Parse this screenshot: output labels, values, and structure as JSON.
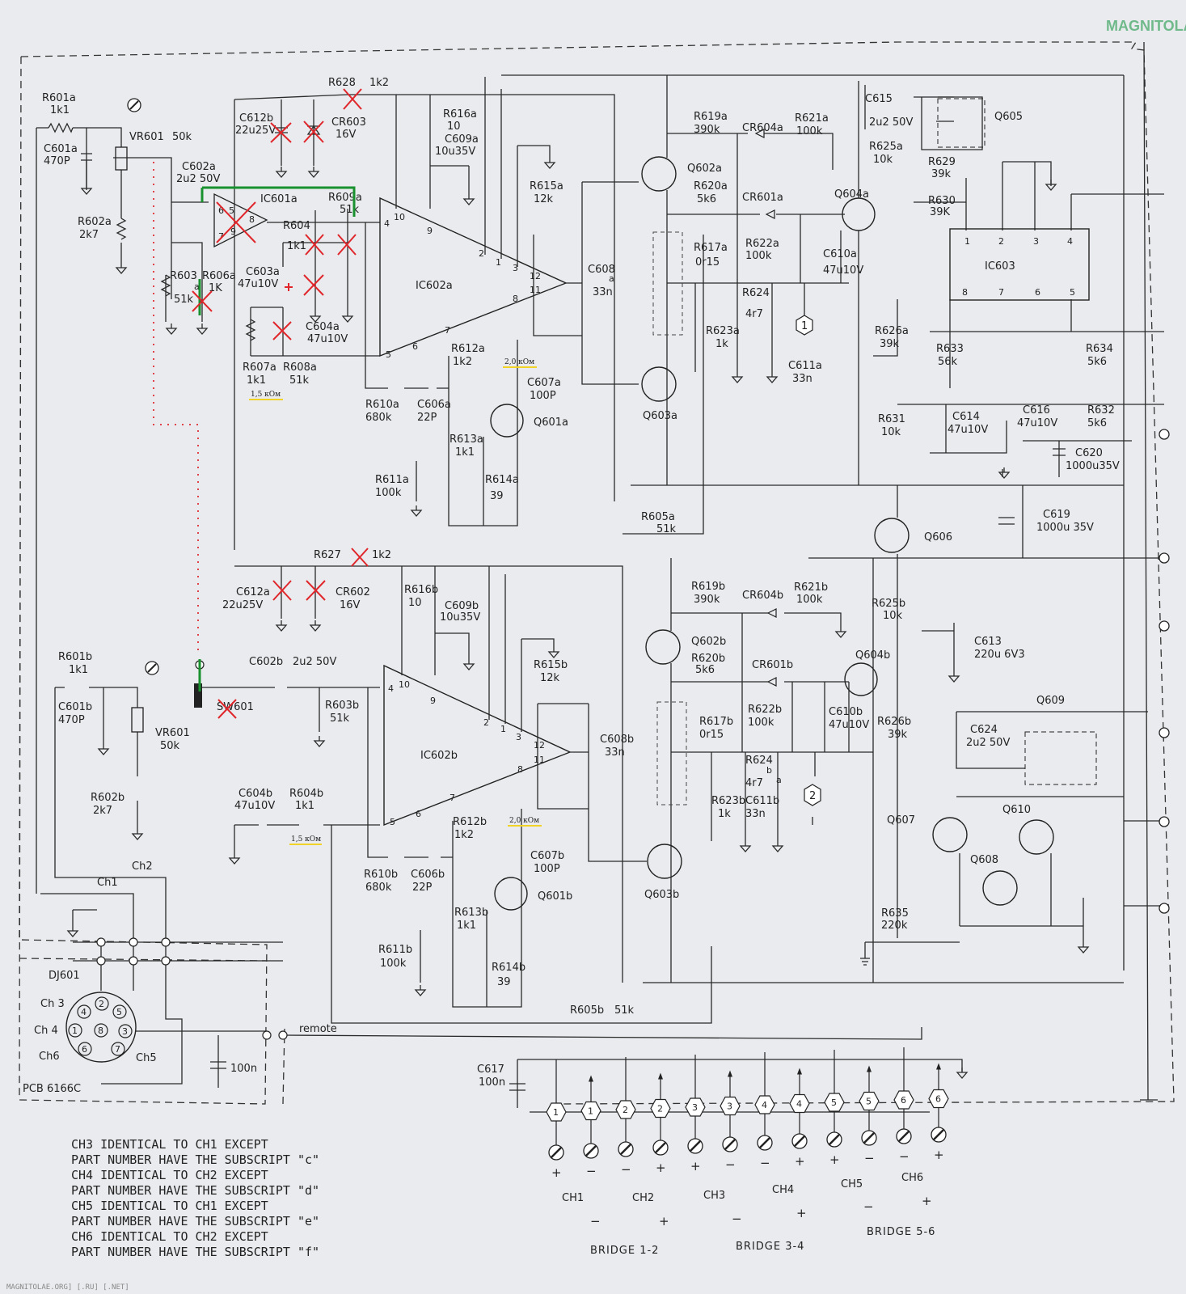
{
  "watermark": {
    "logo": "MAGNITOLA",
    "footer": "MAGNITOLAE.ORG] [.RU] [.NET]"
  },
  "board": {
    "pcb": "PCB 6166C"
  },
  "channel_a": {
    "r601": [
      "R601a",
      "1k1"
    ],
    "c601": [
      "C601a",
      "470P"
    ],
    "vr601": [
      "VR601",
      "50k"
    ],
    "c602": [
      "C602a",
      "2u2 50V"
    ],
    "r602": [
      "R602a",
      "2k7"
    ],
    "r603": [
      "R603",
      "51k"
    ],
    "r606": [
      "R606a",
      "1K"
    ],
    "c612": [
      "C612b",
      "22u25V"
    ],
    "cr603": [
      "CR603",
      "16V"
    ],
    "r628": [
      "R628",
      "1k2"
    ],
    "ic601": "IC601a",
    "r609": [
      "R609a",
      "51k"
    ],
    "r604": [
      "R604",
      "1k1"
    ],
    "c603": [
      "C603a",
      "47u10V"
    ],
    "c604": [
      "C604a",
      "47u10V"
    ],
    "r607": [
      "R607a",
      "1k1"
    ],
    "r608": [
      "R608a",
      "51k"
    ],
    "r616": [
      "R616a",
      "10"
    ],
    "c609": [
      "C609a",
      "10u35V"
    ],
    "ic602": "IC602a",
    "r615": [
      "R615a",
      "12k"
    ],
    "c608": [
      "C608",
      "33n"
    ],
    "r612": [
      "R612a",
      "1k2"
    ],
    "c607": [
      "C607a",
      "100P"
    ],
    "r610": [
      "R610a",
      "680k"
    ],
    "c606": [
      "C606a",
      "22P"
    ],
    "q601": "Q601a",
    "r613": [
      "R613a",
      "1k1"
    ],
    "r611": [
      "R611a",
      "100k"
    ],
    "r614": [
      "R614a",
      "39"
    ],
    "q602": "Q602a",
    "q603": "Q603a",
    "r619": [
      "R619a",
      "390k"
    ],
    "cr604": "CR604a",
    "r621": [
      "R621a",
      "100k"
    ],
    "r620": [
      "R620a",
      "5k6"
    ],
    "cr601": "CR601a",
    "q604": "Q604a",
    "r617": [
      "R617a",
      "0r15"
    ],
    "r622": [
      "R622a",
      "100k"
    ],
    "c610": [
      "C610a",
      "47u10V"
    ],
    "r624": [
      "R624",
      "4r7"
    ],
    "r623": [
      "R623a",
      "1k"
    ],
    "c611": [
      "C611a",
      "33n"
    ],
    "r625": [
      "R625a",
      "10k"
    ],
    "r605": [
      "R605a",
      "51k"
    ],
    "node": "1",
    "note_res": "2,0 кОм",
    "note_res2": "1,5 кОм",
    "pin_a": "a",
    "pin_b": "a"
  },
  "channel_b": {
    "r601": [
      "R601b",
      "1k1"
    ],
    "c601": [
      "C601b",
      "470P"
    ],
    "vr601": [
      "VR601",
      "50k"
    ],
    "c602": [
      "C602b",
      "2u2 50V"
    ],
    "r602": [
      "R602b",
      "2k7"
    ],
    "r603": [
      "R603b",
      "51k"
    ],
    "c612": [
      "C612a",
      "22u25V"
    ],
    "cr602": [
      "CR602",
      "16V"
    ],
    "r627": [
      "R627",
      "1k2"
    ],
    "r616": [
      "R616b",
      "10"
    ],
    "c609": [
      "C609b",
      "10u35V"
    ],
    "ic602": "IC602b",
    "r615": [
      "R615b",
      "12k"
    ],
    "c608": [
      "C608b",
      "33n"
    ],
    "r612": [
      "R612b",
      "1k2"
    ],
    "c607": [
      "C607b",
      "100P"
    ],
    "r610": [
      "R610b",
      "680k"
    ],
    "c606": [
      "C606b",
      "22P"
    ],
    "q601": "Q601b",
    "r613": [
      "R613b",
      "1k1"
    ],
    "r611": [
      "R611b",
      "100k"
    ],
    "r614": [
      "R614b",
      "39"
    ],
    "c604": [
      "C604b",
      "47u10V"
    ],
    "r604": [
      "R604b",
      "1k1"
    ],
    "q602": "Q602b",
    "q603": "Q603b",
    "r619": [
      "R619b",
      "390k"
    ],
    "cr604": "CR604b",
    "r621": [
      "R621b",
      "100k"
    ],
    "r620": [
      "R620b",
      "5k6"
    ],
    "cr601": "CR601b",
    "q604": "Q604b",
    "r617": [
      "R617b",
      "0r15"
    ],
    "r622": [
      "R622b",
      "100k"
    ],
    "c610": [
      "C610b",
      "47u10V"
    ],
    "r624": [
      "R624",
      "4r7"
    ],
    "r623": [
      "R623b",
      "1k"
    ],
    "c611": [
      "C611b",
      "33n"
    ],
    "r625": [
      "R625b",
      "10k"
    ],
    "r626": [
      "R626b",
      "39k"
    ],
    "r605": [
      "R605b",
      "51k"
    ],
    "sw": "SW601",
    "node": "2",
    "note_res": "2,0 кОм",
    "note_res2": "1,5 кОм",
    "pin_b": "b",
    "pin_a": "a"
  },
  "common": {
    "c615": [
      "C615",
      "2u2 50V"
    ],
    "q605": "Q605",
    "r629": [
      "R629",
      "39k"
    ],
    "r630": [
      "R630",
      "39K"
    ],
    "ic603": "IC603",
    "r626a": [
      "R626a",
      "39k"
    ],
    "r633": [
      "R633",
      "56k"
    ],
    "r634": [
      "R634",
      "5k6"
    ],
    "r631": [
      "R631",
      "10k"
    ],
    "c614": [
      "C614",
      "47u10V"
    ],
    "c616": [
      "C616",
      "47u10V"
    ],
    "r632": [
      "R632",
      "5k6"
    ],
    "c620": [
      "C620",
      "1000u35V"
    ],
    "c619": [
      "C619",
      "1000u 35V"
    ],
    "q606": "Q606",
    "c613": [
      "C613",
      "220u 6V3"
    ],
    "q609": "Q609",
    "c624": [
      "C624",
      "2u2 50V"
    ],
    "q607": "Q607",
    "q610": "Q610",
    "q608": "Q608",
    "r635": [
      "R635",
      "220k"
    ],
    "c617": [
      "C617",
      "100n"
    ],
    "c_dj": "100n",
    "dj601": "DJ601",
    "remote": "remote",
    "ch1": "Ch1",
    "ch2": "Ch2",
    "ch3": "Ch 3",
    "ch4": "Ch 4",
    "ch5": "Ch5",
    "ch6": "Ch6",
    "ic603_pins": [
      "1",
      "2",
      "3",
      "4",
      "8",
      "7",
      "6",
      "5"
    ],
    "ic602_pins": [
      "4",
      "10",
      "9",
      "2",
      "1",
      "3",
      "12",
      "11",
      "8",
      "7",
      "6",
      "5"
    ],
    "ic601_pins": [
      "6",
      "5",
      "8",
      "7",
      "9"
    ],
    "din_pins": [
      "2",
      "4",
      "5",
      "1",
      "8",
      "3",
      "6",
      "7"
    ]
  },
  "terminals": {
    "hex": [
      "1",
      "1",
      "2",
      "2",
      "3",
      "3",
      "4",
      "4",
      "5",
      "5",
      "6",
      "6"
    ],
    "signs": [
      "+",
      "−",
      "−",
      "+",
      "+",
      "−",
      "−",
      "+",
      "+",
      "−",
      "−",
      "+"
    ],
    "channels": [
      "CH1",
      "CH2",
      "CH3",
      "CH4",
      "CH5",
      "CH6"
    ],
    "channel_signs": [
      "−",
      "+",
      "−",
      "+",
      "−",
      "+"
    ],
    "bridges": [
      "BRIDGE 1-2",
      "BRIDGE 3-4",
      "BRIDGE 5-6"
    ]
  },
  "notes": [
    "CH3 IDENTICAL TO CH1 EXCEPT",
    "PART NUMBER HAVE THE SUBSCRIPT \"c\"",
    "CH4 IDENTICAL TO CH2 EXCEPT",
    "PART NUMBER HAVE THE SUBSCRIPT \"d\"",
    "CH5 IDENTICAL TO CH1 EXCEPT",
    "PART NUMBER HAVE THE SUBSCRIPT \"e\"",
    "CH6 IDENTICAL TO CH2 EXCEPT",
    "PART NUMBER HAVE THE SUBSCRIPT \"f\""
  ]
}
